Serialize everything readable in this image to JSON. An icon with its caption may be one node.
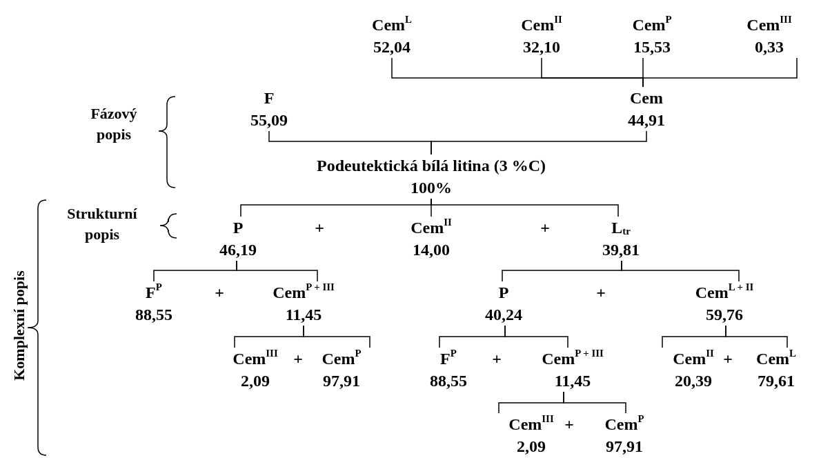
{
  "diagram": {
    "nodes": [
      {
        "text": [
          "Cem$^{L}$",
          "52,04"
        ]
      },
      {
        "text": [
          "Cem$^{II}$",
          "32,10"
        ]
      },
      {
        "text": [
          "Cem$^{P}$",
          "15,53"
        ]
      },
      {
        "text": [
          "Cem$^{III}$",
          "0,33"
        ]
      },
      {
        "text": [
          "F",
          "55,09"
        ]
      },
      {
        "text": [
          "Cem",
          "44,91"
        ]
      },
      {
        "text": [
          "Podeutektická bílá litina (3 %C)",
          "100%"
        ]
      },
      {
        "text": [
          "P",
          "46,19"
        ]
      },
      {
        "text": [
          "Cem$^{II}$",
          "14,00"
        ]
      },
      {
        "text": [
          "L$_{tr}$",
          "39,81"
        ]
      },
      {
        "text": [
          "F$^{P}$",
          "88,55"
        ]
      },
      {
        "text": [
          "Cem$^{P + III}$",
          "11,45"
        ]
      },
      {
        "text": [
          "Cem$^{III}$",
          "2,09"
        ]
      },
      {
        "text": [
          "Cem$^{P}$",
          "97,91"
        ]
      },
      {
        "text": [
          "P",
          "40,24"
        ]
      },
      {
        "text": [
          "Cem$^{L + II}$",
          "59,76"
        ]
      },
      {
        "text": [
          "F$^{P}$",
          "88,55"
        ]
      },
      {
        "text": [
          "Cem$^{P + III}$",
          "11,45"
        ]
      },
      {
        "text": [
          "Cem$^{III}$",
          "2,09"
        ]
      },
      {
        "text": [
          "Cem$^{P}$",
          "97,91"
        ]
      },
      {
        "text": [
          "Cem$^{II}$",
          "20,39"
        ]
      },
      {
        "text": [
          "Cem$^{L}$",
          "79,61"
        ]
      }
    ],
    "edges": [
      {
        "from": 5,
        "to": 0,
        "arrow": "none"
      },
      {
        "from": 5,
        "to": 1,
        "arrow": "none"
      },
      {
        "from": 5,
        "to": 2,
        "arrow": "none"
      },
      {
        "from": 5,
        "to": 3,
        "arrow": "none"
      },
      {
        "from": 6,
        "to": 4,
        "arrow": "none"
      },
      {
        "from": 6,
        "to": 5,
        "arrow": "none"
      },
      {
        "from": 6,
        "to": 7,
        "arrow": "none"
      },
      {
        "from": 6,
        "to": 8,
        "arrow": "none"
      },
      {
        "from": 6,
        "to": 9,
        "arrow": "none"
      },
      {
        "from": 7,
        "to": 10,
        "arrow": "none"
      },
      {
        "from": 7,
        "to": 11,
        "arrow": "none"
      },
      {
        "from": 11,
        "to": 12,
        "arrow": "none"
      },
      {
        "from": 11,
        "to": 13,
        "arrow": "none"
      },
      {
        "from": 9,
        "to": 14,
        "arrow": "none"
      },
      {
        "from": 9,
        "to": 15,
        "arrow": "none"
      },
      {
        "from": 14,
        "to": 16,
        "arrow": "none"
      },
      {
        "from": 14,
        "to": 17,
        "arrow": "none"
      },
      {
        "from": 17,
        "to": 18,
        "arrow": "none"
      },
      {
        "from": 17,
        "to": 19,
        "arrow": "none"
      },
      {
        "from": 15,
        "to": 20,
        "arrow": "none"
      },
      {
        "from": 15,
        "to": 21,
        "arrow": "none"
      }
    ],
    "labels": [
      "Fázový popis",
      "Strukturní popis",
      "+",
      "+",
      "Komplexní popis",
      "+",
      "+",
      "+",
      "+",
      "+",
      "+"
    ]
  }
}
